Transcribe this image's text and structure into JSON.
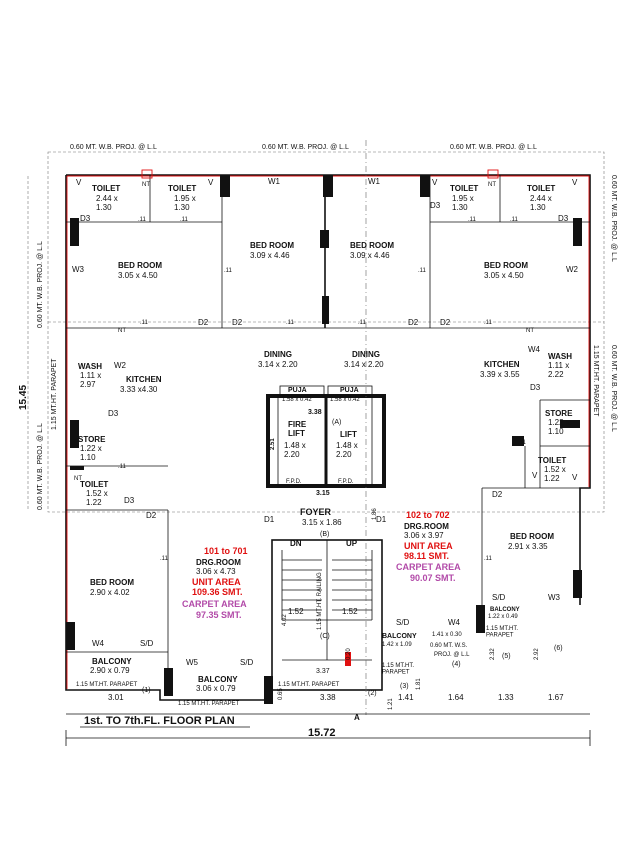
{
  "title": "1st. TO 7th.FL. FLOOR PLAN",
  "overall": {
    "width": "15.72",
    "depth": "15.45"
  },
  "projections": {
    "top": "0.60 MT. W.B. PROJ. @ L.L",
    "side": "0.60 MT. W.B. PROJ. @ L.L",
    "parapet_vertical": "1.15 MT.HT. PARAPET",
    "proj_ll": "PROJ. @ L.L"
  },
  "rooms": {
    "toilet": "TOILET",
    "bedroom": "BED ROOM",
    "kitchen": "KITCHEN",
    "wash": "WASH",
    "store": "STORE",
    "dining": "DINING",
    "puja": "PUJA",
    "balcony": "BALCONY",
    "foyer": "FOYER",
    "fire_lift": "FIRE\nLIFT",
    "lift": "LIFT",
    "drg_room": "DRG.ROOM",
    "fpd": "F.P.D."
  },
  "dims": {
    "toilet_a": "2.44 x\n1.30",
    "toilet_b": "1.95 x\n1.30",
    "bed_left": "3.05 x 4.50",
    "bed_center": "3.09 x 4.46",
    "dining": "3.14 x 2.20",
    "puja": "1.58 x 0.42",
    "kitchen_left": "3.33 x4.30",
    "kitchen_right": "3.39 x 3.55",
    "wash_left": "1.11 x\n2.97",
    "wash_right": "1.11 x\n2.22",
    "store": "1.22 x\n1.10",
    "toilet_small": "1.52 x\n1.22",
    "lift": "1.48 x\n2.20",
    "foyer": "3.15 x 1.86",
    "bed_bottom_left": "2.90 x 4.02",
    "bed_bottom_right": "2.91 x 3.35",
    "balcony_left": "2.90 x 0.79",
    "balcony_center": "3.06 x 0.79",
    "balcony_small": "1.42 x 1.09",
    "balcony_right_small": "1.22 x 0.49",
    "balcony_proj": "1.41 x 0.30",
    "drg_left": "3.06 x 4.73",
    "drg_right": "3.06 x 3.97"
  },
  "units": {
    "left": {
      "label": "101 to 701",
      "unit_area": "UNIT AREA",
      "unit_value": "109.36 SMT.",
      "carpet_area": "CARPET AREA",
      "carpet_value": "97.35 SMT."
    },
    "right": {
      "label": "102 to 702",
      "unit_area": "UNIT AREA",
      "unit_value": "98.11 SMT.",
      "carpet_area": "CARPET AREA",
      "carpet_value": "90.07 SMT."
    }
  },
  "openings": {
    "d2": "D2",
    "d3": "D3",
    "d1": "D1",
    "w1": "W1",
    "w2": "W2",
    "w3": "W3",
    "w4": "W4",
    "w5": "W5",
    "v": "V",
    "nt": "NT",
    "sd": "S/D"
  },
  "stair": {
    "dn": "DN",
    "up": "UP",
    "b": "(B)",
    "c": "(C)",
    "a": "(A)",
    "railing": "1.15 MT.HT. RAILING"
  },
  "measures": {
    "m11": ".11",
    "m338": "3.38",
    "m315": "3.15",
    "m251": "2.51",
    "m186": "1.86",
    "m152": "1.52",
    "m402": "4.02",
    "m337": "3.37",
    "m065": "0.65",
    "m020": "0.20",
    "m232": "2.32",
    "m292": "2.92",
    "m181": "1.81",
    "m121": "1.21",
    "m301": "3.01",
    "m141": "1.41",
    "m164": "1.64",
    "m133": "1.33",
    "m167": "1.67",
    "m060": "0.60 MT. W.S."
  },
  "parapet": "1.15 MT.HT. PARAPET",
  "parapet_short": "1.15 MT.HT.\nPARAPET",
  "markers": {
    "p1": "(1)",
    "p2": "(2)",
    "p3": "(3)",
    "p4": "(4)",
    "p5": "(5)",
    "p6": "(6)",
    "a": "A"
  }
}
